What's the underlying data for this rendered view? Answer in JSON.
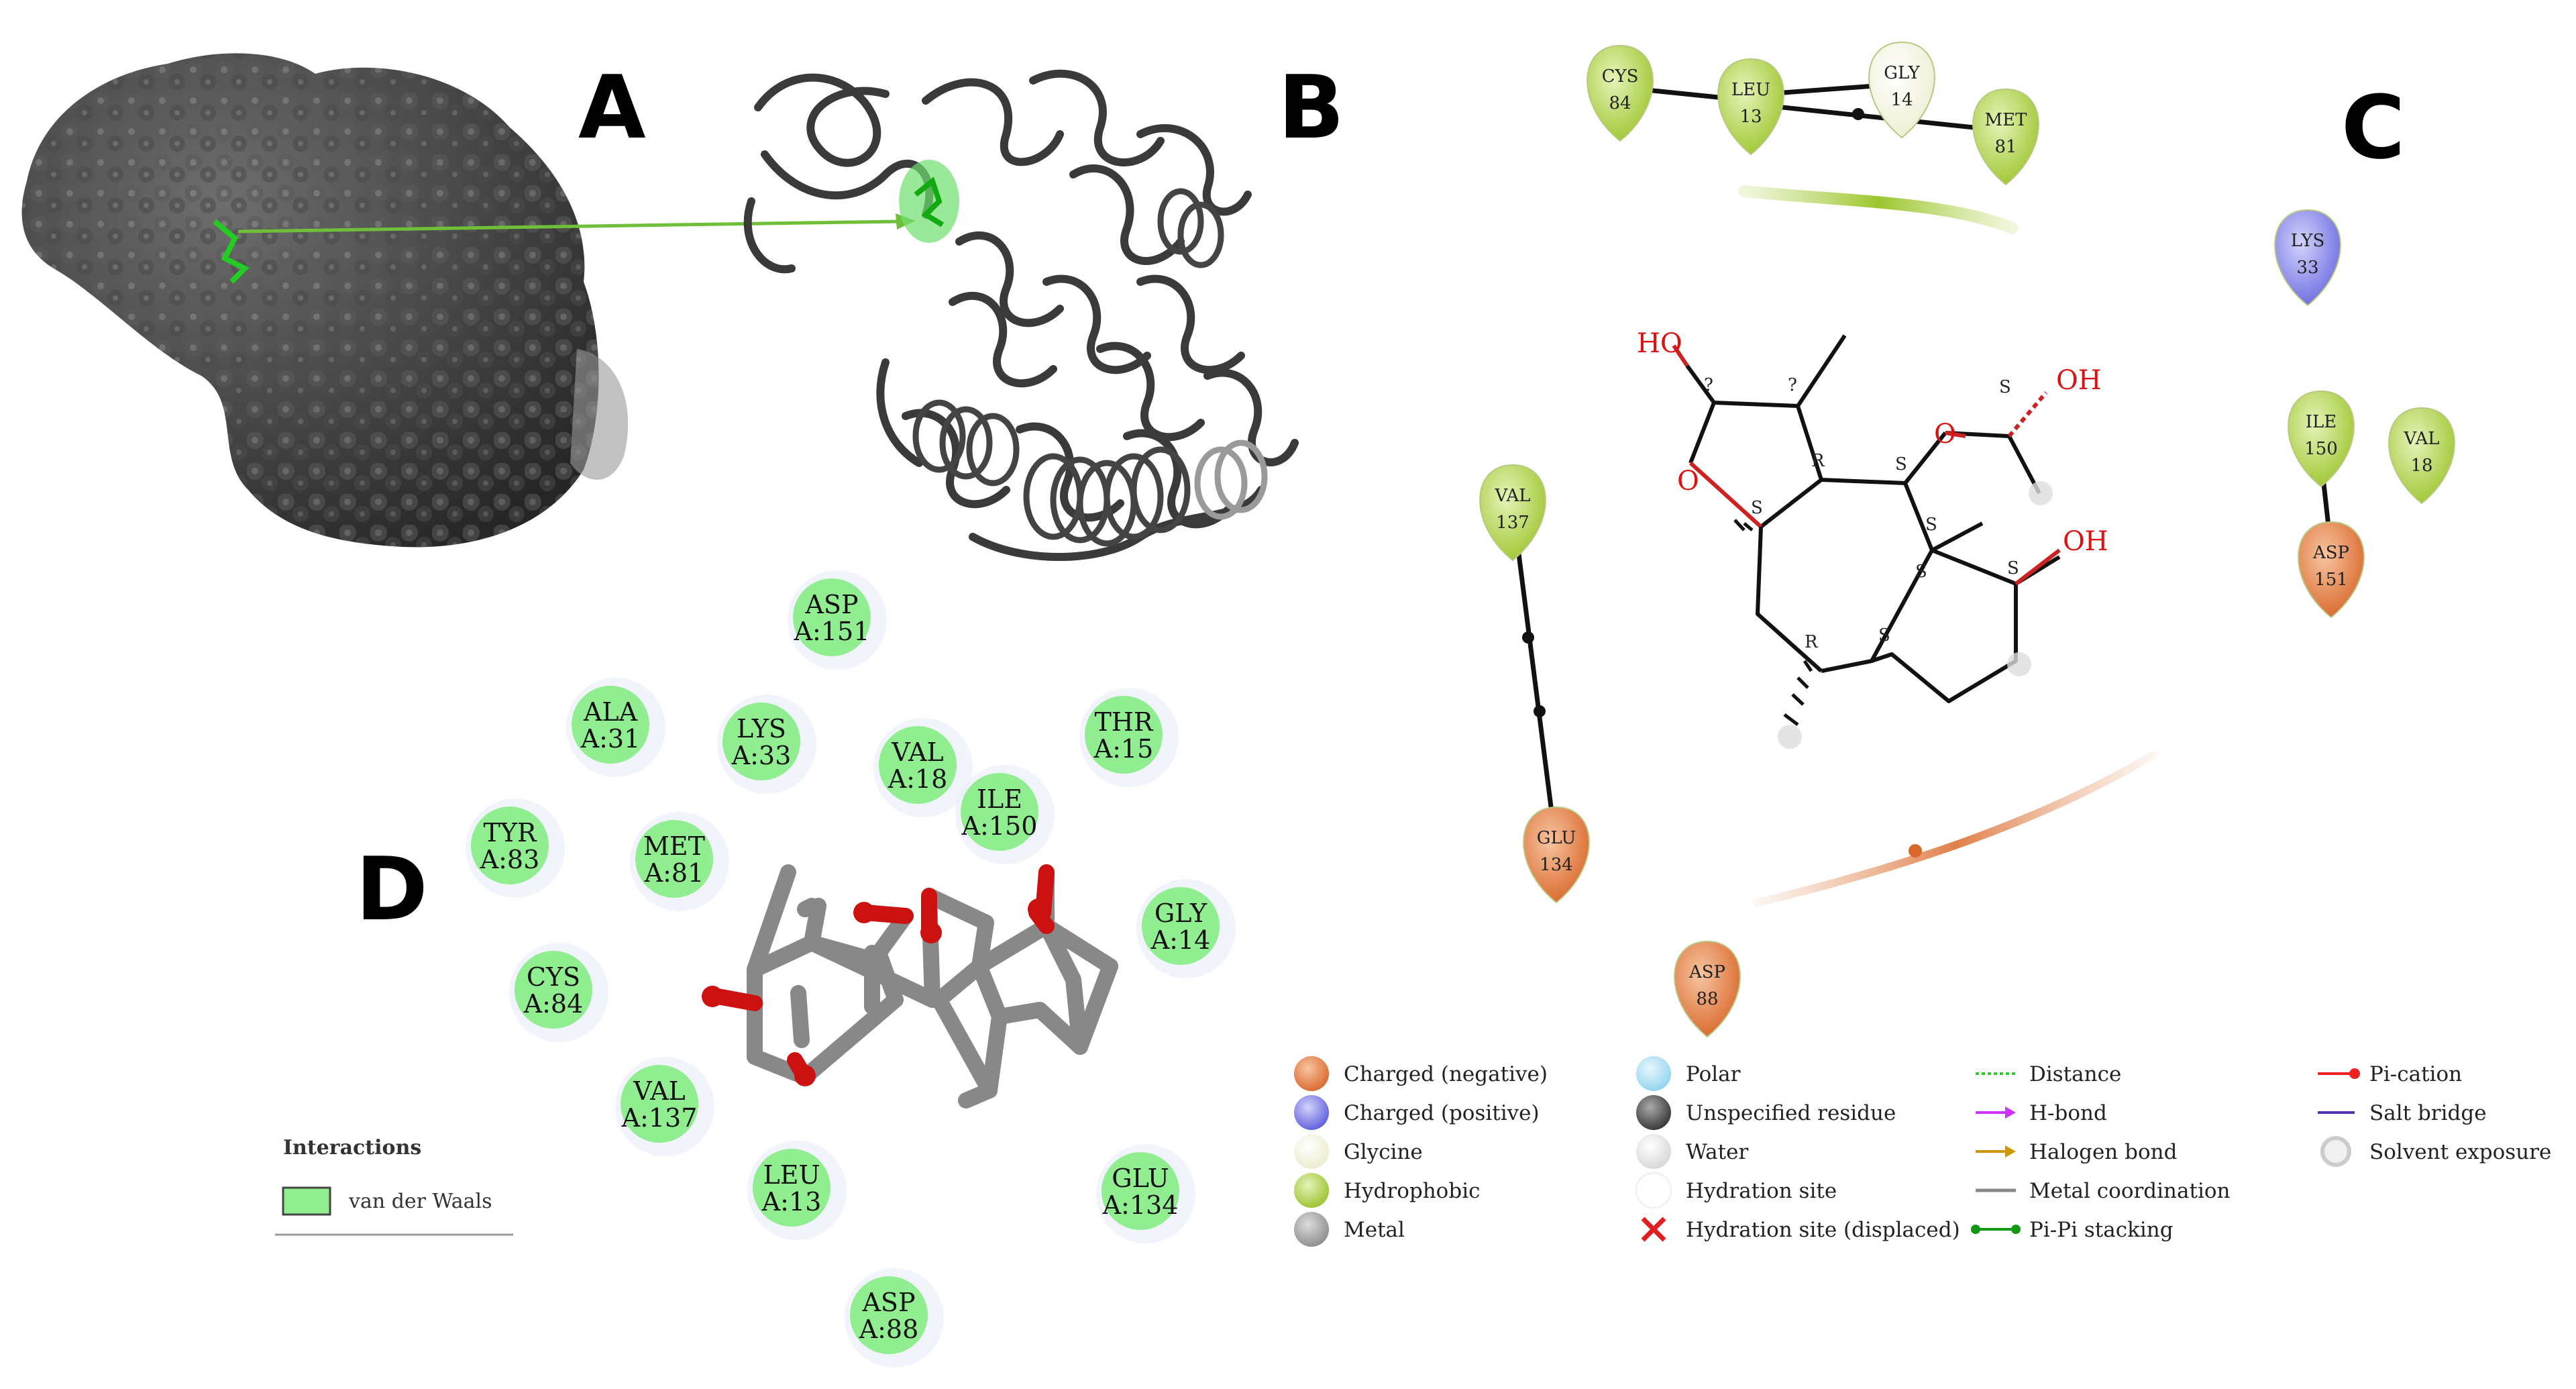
{
  "panels": {
    "A": {
      "letter": "A"
    },
    "B": {
      "letter": "B"
    },
    "C": {
      "letter": "C",
      "residues": [
        {
          "code": "CYS",
          "num": "84",
          "type": "hydrophobic"
        },
        {
          "code": "LEU",
          "num": "13",
          "type": "hydrophobic"
        },
        {
          "code": "GLY",
          "num": "14",
          "type": "glycine"
        },
        {
          "code": "MET",
          "num": "81",
          "type": "hydrophobic"
        },
        {
          "code": "LYS",
          "num": "33",
          "type": "positive"
        },
        {
          "code": "ILE",
          "num": "150",
          "type": "hydrophobic"
        },
        {
          "code": "VAL",
          "num": "18",
          "type": "hydrophobic"
        },
        {
          "code": "ASP",
          "num": "151",
          "type": "negative"
        },
        {
          "code": "VAL",
          "num": "137",
          "type": "hydrophobic"
        },
        {
          "code": "GLU",
          "num": "134",
          "type": "negative"
        },
        {
          "code": "ASP",
          "num": "88",
          "type": "negative"
        }
      ],
      "ligand_labels": {
        "ho_left": "HO",
        "o_ring": "O",
        "o_ester": "O",
        "oh_top": "OH",
        "oh_right": "OH",
        "stereo": [
          "?",
          "?",
          "R",
          "S",
          "S",
          "S",
          "S",
          "R",
          "S",
          "S",
          "S"
        ]
      }
    },
    "D": {
      "letter": "D",
      "residues": [
        {
          "code": "ASP",
          "chain": "A:151"
        },
        {
          "code": "ALA",
          "chain": "A:31"
        },
        {
          "code": "LYS",
          "chain": "A:33"
        },
        {
          "code": "VAL",
          "chain": "A:18"
        },
        {
          "code": "THR",
          "chain": "A:15"
        },
        {
          "code": "ILE",
          "chain": "A:150"
        },
        {
          "code": "TYR",
          "chain": "A:83"
        },
        {
          "code": "MET",
          "chain": "A:81"
        },
        {
          "code": "GLY",
          "chain": "A:14"
        },
        {
          "code": "CYS",
          "chain": "A:84"
        },
        {
          "code": "VAL",
          "chain": "A:137"
        },
        {
          "code": "LEU",
          "chain": "A:13"
        },
        {
          "code": "GLU",
          "chain": "A:134"
        },
        {
          "code": "ASP",
          "chain": "A:88"
        }
      ],
      "legend": {
        "title": "Interactions",
        "item": "van der Waals",
        "color": "#90ee90"
      }
    }
  },
  "legend": {
    "col1": [
      {
        "label": "Charged (negative)",
        "color": "#e07a3c"
      },
      {
        "label": "Charged (positive)",
        "color": "#7b7bea"
      },
      {
        "label": "Glycine",
        "color": "#f7f7e0"
      },
      {
        "label": "Hydrophobic",
        "color": "#a8cf3c"
      },
      {
        "label": "Metal",
        "color": "#9a9a9a"
      }
    ],
    "col2": [
      {
        "label": "Polar",
        "color": "#9fdcf0"
      },
      {
        "label": "Unspecified residue",
        "color": "#555555"
      },
      {
        "label": "Water",
        "color": "#e6e6e6"
      },
      {
        "label": "Hydration site",
        "color": "#ffffff"
      },
      {
        "label": "Hydration site (displaced)",
        "color": "#e02020"
      }
    ],
    "col3": [
      {
        "label": "Distance",
        "color": "#33cc33"
      },
      {
        "label": "H-bond",
        "color": "#cc33ff"
      },
      {
        "label": "Halogen bond",
        "color": "#cc9900"
      },
      {
        "label": "Metal coordination",
        "color": "#888888"
      },
      {
        "label": "Pi-Pi stacking",
        "color": "#119911"
      }
    ],
    "col4": [
      {
        "label": "Pi-cation",
        "color": "#ee2222"
      },
      {
        "label": "Salt bridge",
        "color": "#5533aa"
      },
      {
        "label": "Solvent exposure",
        "color": "#cccccc"
      }
    ]
  }
}
